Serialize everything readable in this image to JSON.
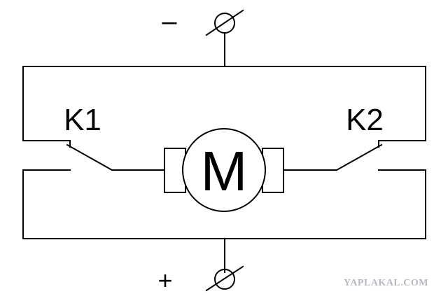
{
  "terminals": {
    "negative": {
      "sign": "–"
    },
    "positive": {
      "sign": "+"
    }
  },
  "switches": {
    "left": {
      "label": "K1"
    },
    "right": {
      "label": "K2"
    }
  },
  "motor": {
    "label": "M"
  },
  "watermark": {
    "text": "YAPLAKAL.COM"
  },
  "colors": {
    "line": "#000000",
    "background": "#ffffff",
    "watermark": "#b3b9c2"
  },
  "icons": {
    "terminal": "terminal-circle-slash-icon"
  }
}
